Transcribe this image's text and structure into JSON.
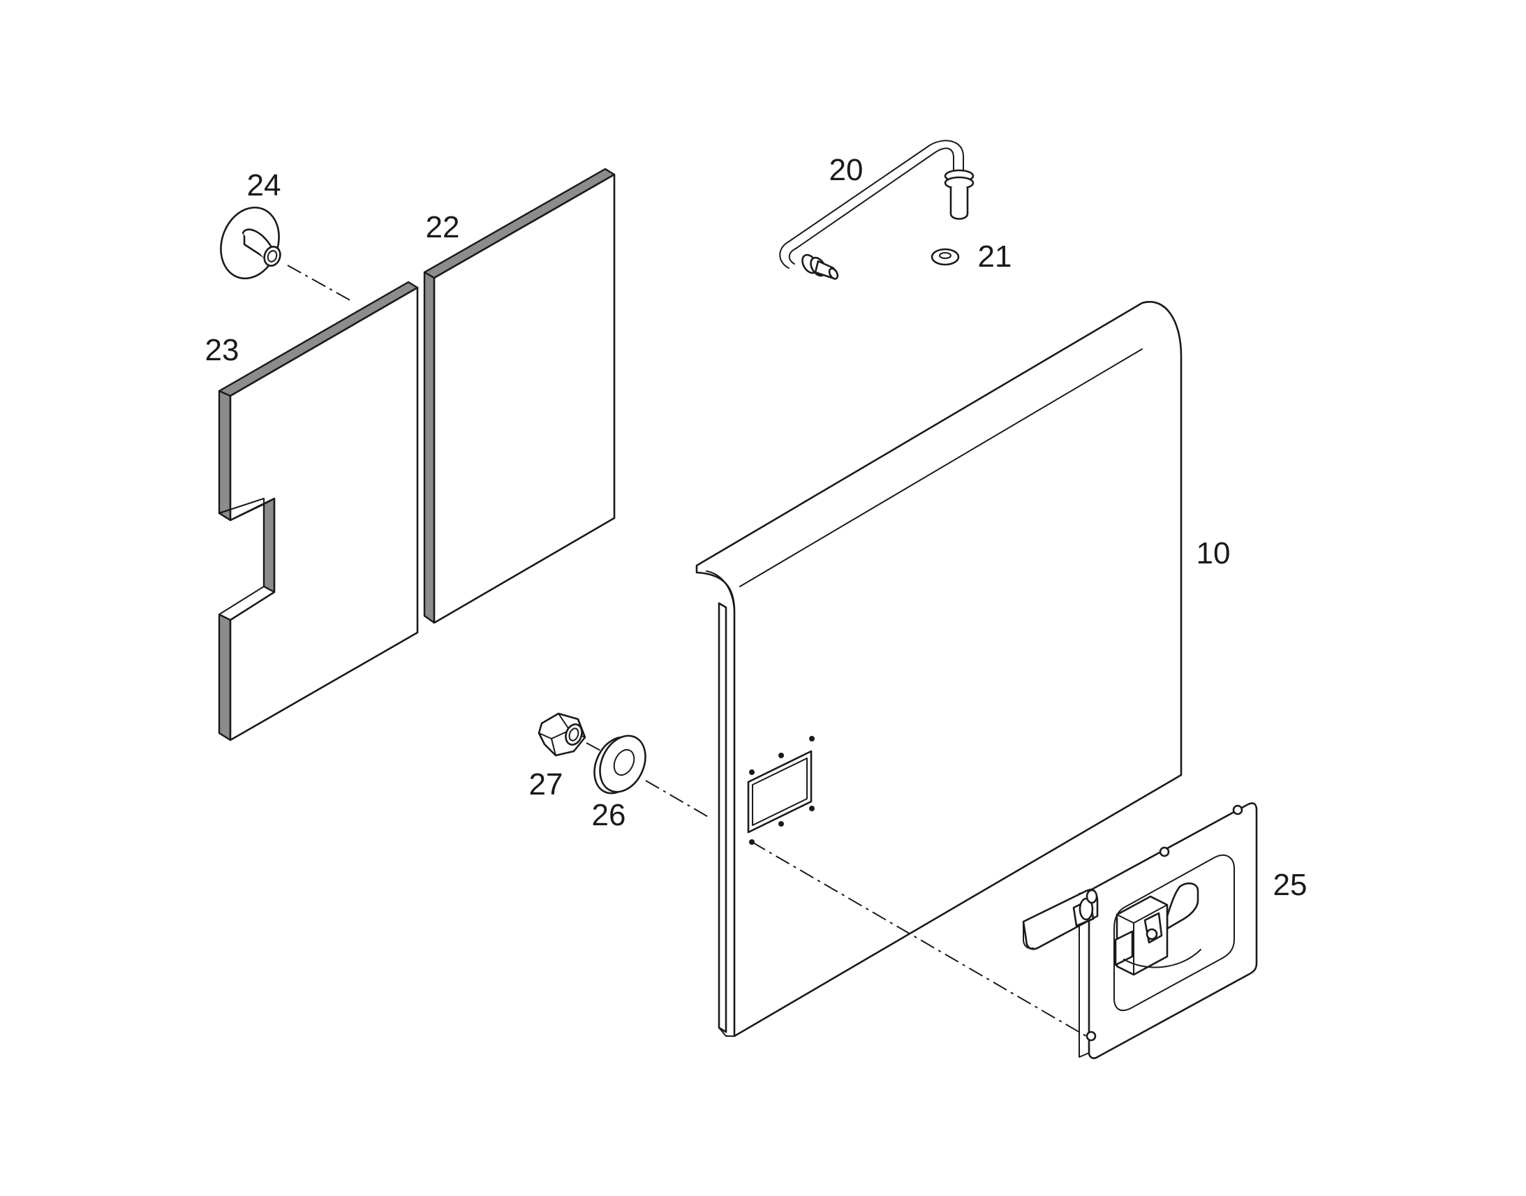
{
  "diagram": {
    "type": "exploded parts drawing",
    "line_color": "#1a1a1a",
    "edge_shade_color": "#8c8c8c",
    "background_color": "#ffffff",
    "callouts": {
      "c10": "10",
      "c20": "20",
      "c21": "21",
      "c22": "22",
      "c23": "23",
      "c24": "24",
      "c25": "25",
      "c26": "26",
      "c27": "27"
    }
  }
}
